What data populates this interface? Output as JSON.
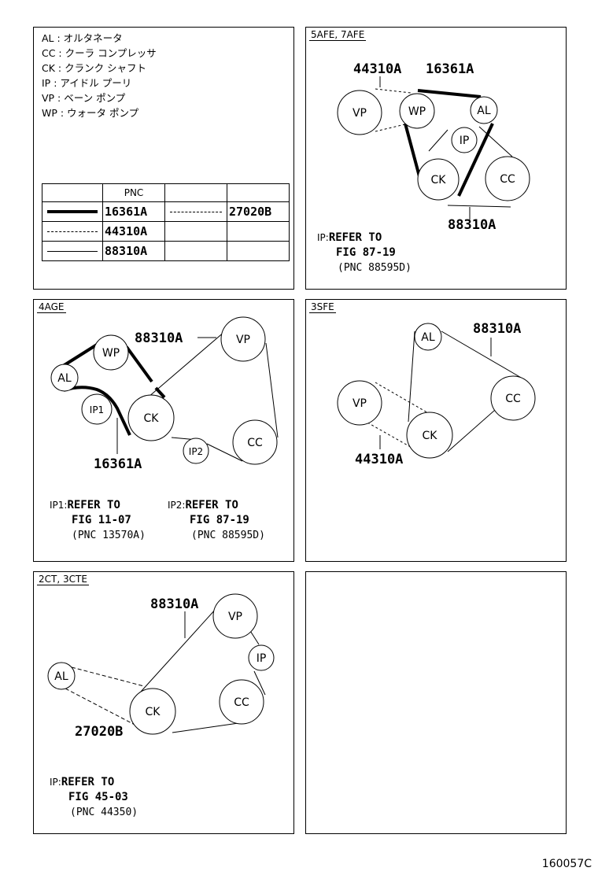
{
  "legend": {
    "lines": [
      "AL : オルタネータ",
      "CC : クーラ  コンプレッサ",
      "CK : クランク  シャフト",
      "IP : アイドル  プーリ",
      "VP : ベーン  ポンプ",
      "WP : ウォータ  ポンプ"
    ],
    "table_header": "PNC",
    "pnc_16361A": "16361A",
    "pnc_27020B": "27020B",
    "pnc_44310A": "44310A",
    "pnc_88310A": "88310A"
  },
  "pulleys": {
    "vp": "VP",
    "wp": "WP",
    "al": "AL",
    "ip": "IP",
    "ck": "CK",
    "cc": "CC",
    "ip1": "IP1",
    "ip2": "IP2"
  },
  "panel_5afe": {
    "title": "5AFE, 7AFE",
    "lbl_44310a": "44310A",
    "lbl_16361a": "16361A",
    "lbl_88310a": "88310A",
    "note_prefix": "IP:",
    "note_line1": "REFER TO",
    "note_line2": "FIG 87-19",
    "note_line3": "(PNC 88595D)"
  },
  "panel_4age": {
    "title": "4AGE",
    "lbl_88310a": "88310A",
    "lbl_16361a": "16361A",
    "note1_prefix": "IP1:",
    "note1_line1": "REFER TO",
    "note1_line2": "FIG 11-07",
    "note1_line3": "(PNC 13570A)",
    "note2_prefix": "IP2:",
    "note2_line1": "REFER TO",
    "note2_line2": "FIG 87-19",
    "note2_line3": "(PNC 88595D)"
  },
  "panel_3sfe": {
    "title": "3SFE",
    "lbl_88310a": "88310A",
    "lbl_44310a": "44310A"
  },
  "panel_2ct": {
    "title": "2CT, 3CTE",
    "lbl_88310a": "88310A",
    "lbl_27020b": "27020B",
    "note_prefix": "IP:",
    "note_line1": "REFER TO",
    "note_line2": "FIG 45-03",
    "note_line3": "(PNC 44350)"
  },
  "footer_code": "160057C"
}
